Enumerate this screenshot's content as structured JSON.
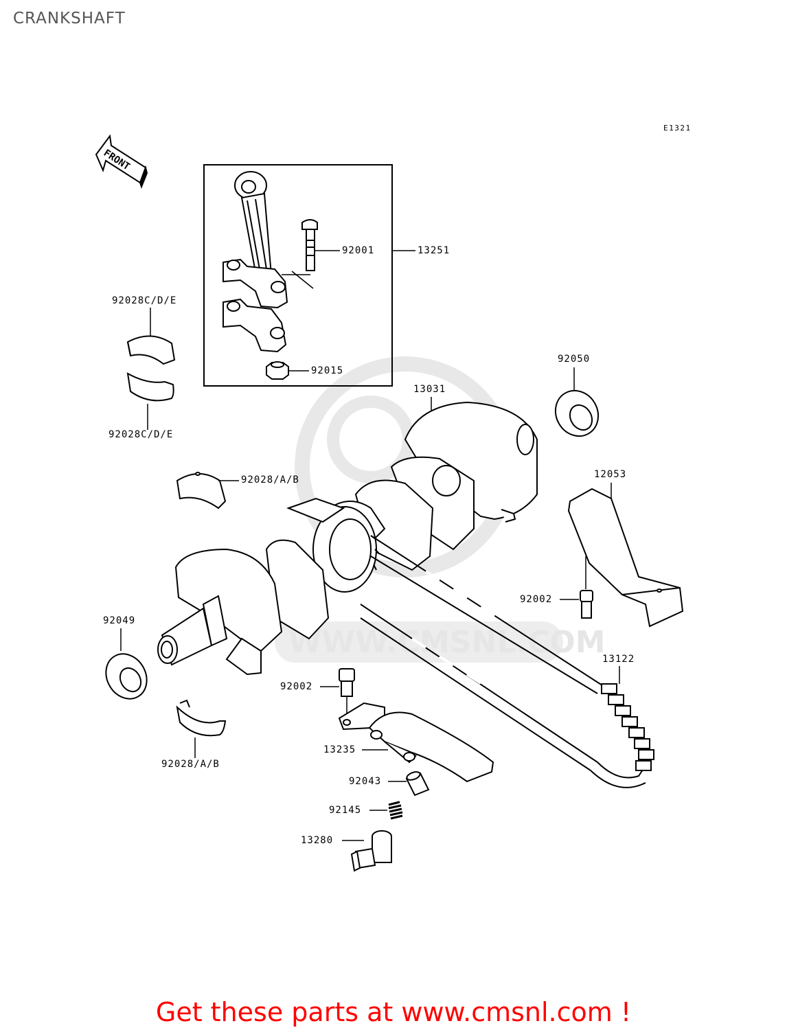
{
  "page": {
    "title": "CRANKSHAFT",
    "diagram_code": "E1321",
    "front_label": "FRONT",
    "watermark": "WWW.CMSNL.COM",
    "footer": "Get these parts at www.cmsnl.com !"
  },
  "parts": {
    "p92001": "92001",
    "p13251": "13251",
    "p92015": "92015",
    "p92028cde_top": "92028C/D/E",
    "p92028cde_bottom": "92028C/D/E",
    "p92050": "92050",
    "p13031": "13031",
    "p92028ab_top": "92028/A/B",
    "p12053": "12053",
    "p92002_right": "92002",
    "p92049": "92049",
    "p13122": "13122",
    "p92002_left": "92002",
    "p13235": "13235",
    "p92028ab_bottom": "92028/A/B",
    "p92043": "92043",
    "p92145": "92145",
    "p13280": "13280"
  }
}
